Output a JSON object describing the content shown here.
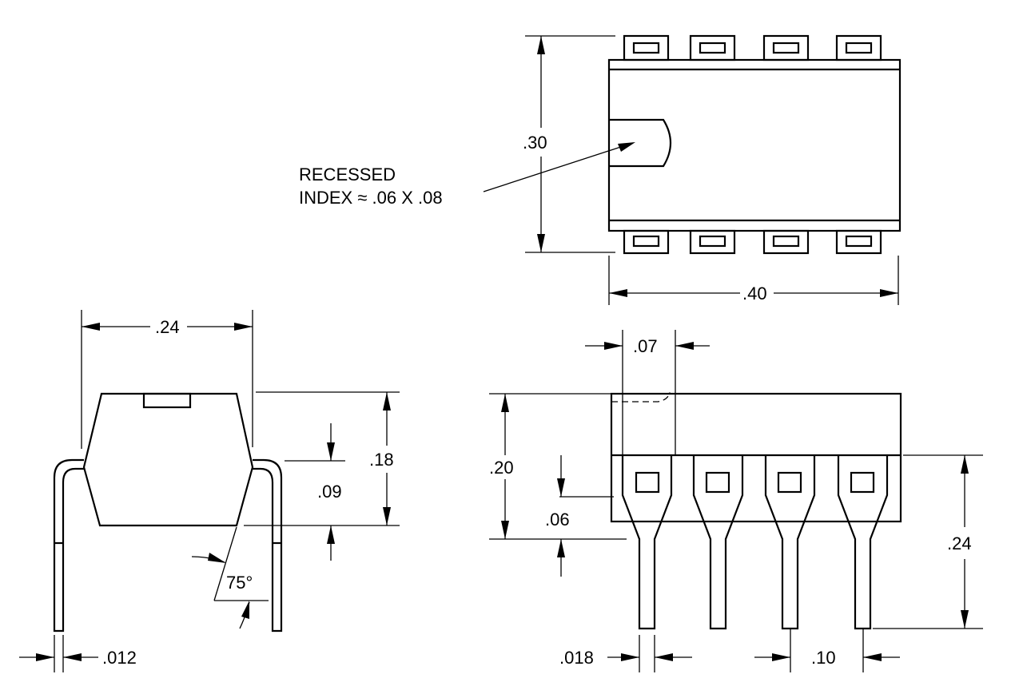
{
  "labels": {
    "recessed_line1": "RECESSED",
    "recessed_line2": "INDEX ≈ .06 X .08",
    "top_height": ".30",
    "top_length": ".40",
    "end_width": ".24",
    "end_height": ".18",
    "end_lead_bend": ".09",
    "end_angle": "75°",
    "end_lead_thickness": ".012",
    "side_offset": ".07",
    "side_body_height": ".20",
    "side_standoff": ".06",
    "side_lead_length": ".24",
    "side_lead_width": ".018",
    "side_pitch": ".10"
  }
}
